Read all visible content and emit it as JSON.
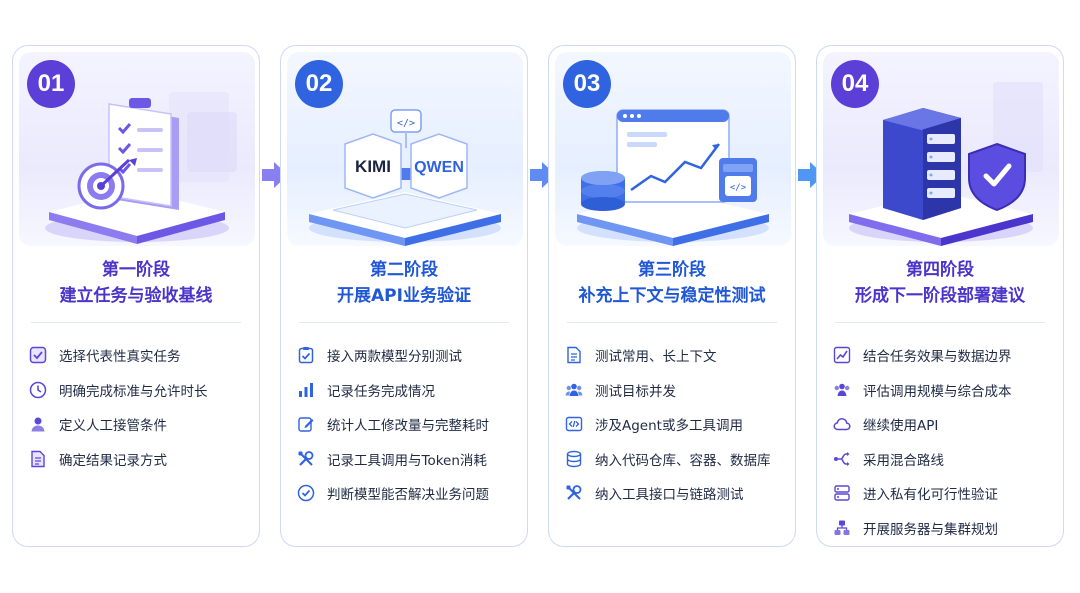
{
  "stages": [
    {
      "number": "01",
      "stage": "第一阶段",
      "title": "建立任务与验收基线",
      "items": [
        {
          "icon": "checkbox-icon",
          "text": "选择代表性真实任务"
        },
        {
          "icon": "clock-icon",
          "text": "明确完成标准与允许时长"
        },
        {
          "icon": "person-icon",
          "text": "定义人工接管条件"
        },
        {
          "icon": "document-icon",
          "text": "确定结果记录方式"
        }
      ]
    },
    {
      "number": "02",
      "stage": "第二阶段",
      "title": "开展API业务验证",
      "art_labels": [
        "KIMI",
        "QWEN",
        "</>"
      ],
      "items": [
        {
          "icon": "clipboard-check-icon",
          "text": "接入两款模型分别测试"
        },
        {
          "icon": "bar-chart-icon",
          "text": "记录任务完成情况"
        },
        {
          "icon": "edit-icon",
          "text": "统计人工修改量与完整耗时"
        },
        {
          "icon": "tools-icon",
          "text": "记录工具调用与Token消耗"
        },
        {
          "icon": "check-circle-icon",
          "text": "判断模型能否解决业务问题"
        }
      ]
    },
    {
      "number": "03",
      "stage": "第三阶段",
      "title": "补充上下文与稳定性测试",
      "art_labels": [
        "</>"
      ],
      "items": [
        {
          "icon": "file-text-icon",
          "text": "测试常用、长上下文"
        },
        {
          "icon": "users-icon",
          "text": "测试目标并发"
        },
        {
          "icon": "code-icon",
          "text": "涉及Agent或多工具调用"
        },
        {
          "icon": "database-icon",
          "text": "纳入代码仓库、容器、数据库"
        },
        {
          "icon": "tools-icon",
          "text": "纳入工具接口与链路测试"
        }
      ]
    },
    {
      "number": "04",
      "stage": "第四阶段",
      "title": "形成下一阶段部署建议",
      "items": [
        {
          "icon": "line-chart-icon",
          "text": "结合任务效果与数据边界"
        },
        {
          "icon": "users-icon",
          "text": "评估调用规模与综合成本"
        },
        {
          "icon": "cloud-icon",
          "text": "继续使用API"
        },
        {
          "icon": "route-icon",
          "text": "采用混合路线"
        },
        {
          "icon": "server-icon",
          "text": "进入私有化可行性验证"
        },
        {
          "icon": "cluster-icon",
          "text": "开展服务器与集群规划"
        }
      ]
    }
  ],
  "colors": {
    "purple": "#5b3fd6",
    "blue": "#2f63e0",
    "arrow": "#7b8cf0"
  }
}
